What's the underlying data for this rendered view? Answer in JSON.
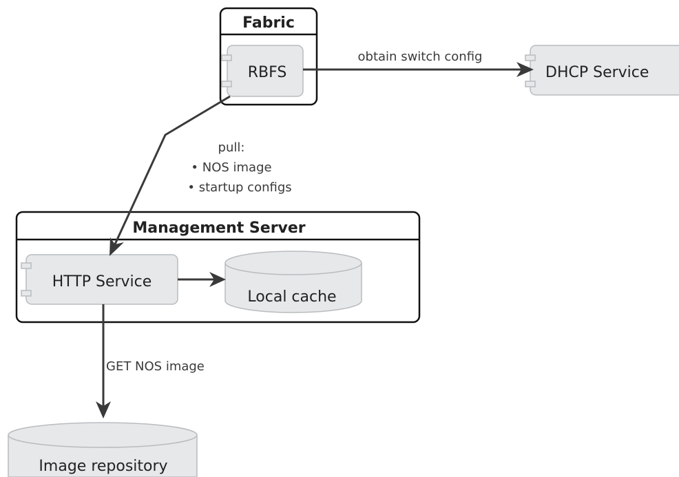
{
  "packages": {
    "fabric": {
      "title": "Fabric"
    },
    "management_server": {
      "title": "Management Server"
    }
  },
  "components": {
    "rbfs": {
      "label": "RBFS"
    },
    "dhcp_service": {
      "label": "DHCP Service"
    },
    "http_service": {
      "label": "HTTP Service"
    }
  },
  "databases": {
    "local_cache": {
      "label": "Local cache"
    },
    "image_repository": {
      "label": "Image repository"
    }
  },
  "edges": {
    "rbfs_to_dhcp": {
      "label": "obtain switch config"
    },
    "rbfs_to_http": {
      "label_title": "pull:",
      "bullet_1": "• NOS image",
      "bullet_2": "• startup configs"
    },
    "http_to_cache": {
      "label": ""
    },
    "http_to_repo": {
      "label": "GET NOS image"
    }
  },
  "colors": {
    "component_fill": "#e6e8ea",
    "component_stroke": "#b9bcbf",
    "frame_stroke": "#111111",
    "edge_color": "#3a3a3a"
  }
}
